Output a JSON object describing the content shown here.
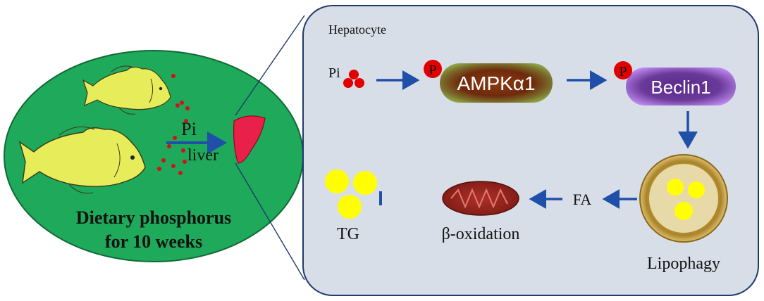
{
  "left_panel": {
    "pi_label": "Pi",
    "liver_label": "liver",
    "caption_line1": "Dietary phosphorus",
    "caption_line2": "for 10 weeks"
  },
  "right_panel": {
    "title": "Hepatocyte",
    "pi_label": "Pi",
    "phospho_label": "P",
    "ampk_label": "AMPKα1",
    "beclin_label": "Beclin1",
    "lipophagy_label": "Lipophagy",
    "fa_label": "FA",
    "beta_oxidation_label": "β-oxidation",
    "tg_label": "TG"
  },
  "colors": {
    "oval_fill": "#1fa95a",
    "panel_fill": "#d8dee8",
    "panel_stroke": "#1f3a6e",
    "arrow_blue": "#1f4fa8",
    "fish_yellow": "#e6ec5a",
    "pellet_red": "#d0101a",
    "liver_red": "#e8204a",
    "tg_yellow": "#ffff00",
    "phospho_red": "#e00000"
  }
}
